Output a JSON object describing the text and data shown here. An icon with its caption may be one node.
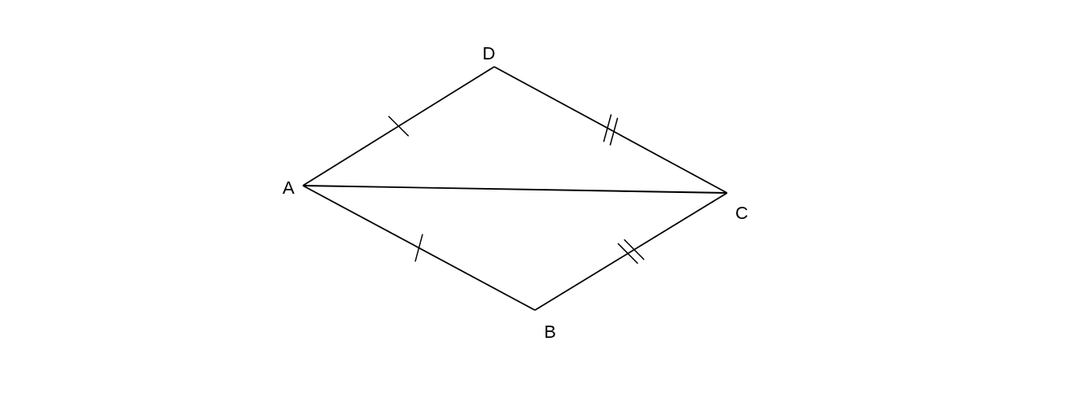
{
  "diagram": {
    "nodes": [
      {
        "text": [
          "D"
        ]
      },
      {
        "text": [
          "A"
        ]
      },
      {
        "text": [
          "C"
        ]
      },
      {
        "text": [
          "B"
        ]
      }
    ],
    "edges": [
      {
        "from": 1,
        "to": 0,
        "arrow": "none"
      },
      {
        "from": 0,
        "to": 2,
        "arrow": "none"
      },
      {
        "from": 1,
        "to": 2,
        "arrow": "none"
      },
      {
        "from": 1,
        "to": 3,
        "arrow": "none"
      },
      {
        "from": 3,
        "to": 2,
        "arrow": "none"
      }
    ]
  }
}
